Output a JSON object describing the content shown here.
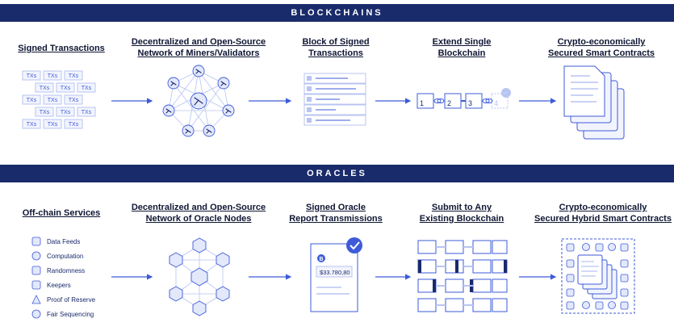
{
  "sections": {
    "blockchains": {
      "banner": "BLOCKCHAINS",
      "stages": [
        {
          "title": "Signed Transactions"
        },
        {
          "title_line1": "Decentralized and Open-Source",
          "title_line2": "Network of Miners/Validators"
        },
        {
          "title_line1": "Block of Signed",
          "title_line2": "Transactions"
        },
        {
          "title_line1": "Extend Single",
          "title_line2": "Blockchain"
        },
        {
          "title_line1": "Crypto-economically",
          "title_line2": "Secured Smart Contracts"
        }
      ],
      "tx_label": "TXs",
      "chain_numbers": [
        "1",
        "2",
        "3",
        "4"
      ]
    },
    "oracles": {
      "banner": "ORACLES",
      "stages": [
        {
          "title": "Off-chain Services"
        },
        {
          "title_line1": "Decentralized and Open-Source",
          "title_line2": "Network of Oracle Nodes"
        },
        {
          "title_line1": "Signed Oracle",
          "title_line2": "Report Transmissions"
        },
        {
          "title_line1": "Submit to Any",
          "title_line2": "Existing Blockchain"
        },
        {
          "title_line1": "Crypto-economically",
          "title_line2": "Secured Hybrid Smart Contracts"
        }
      ],
      "services": [
        "Data Feeds",
        "Computation",
        "Randomness",
        "Keepers",
        "Proof of Reserve",
        "Fair Sequencing"
      ],
      "report_value": "$33.780,80"
    }
  },
  "colors": {
    "navy": "#1a2b6b",
    "accent": "#3d5bd9",
    "light": "#e3e8fb",
    "mid": "#b8c4f2",
    "pale": "#f2f4fd"
  }
}
